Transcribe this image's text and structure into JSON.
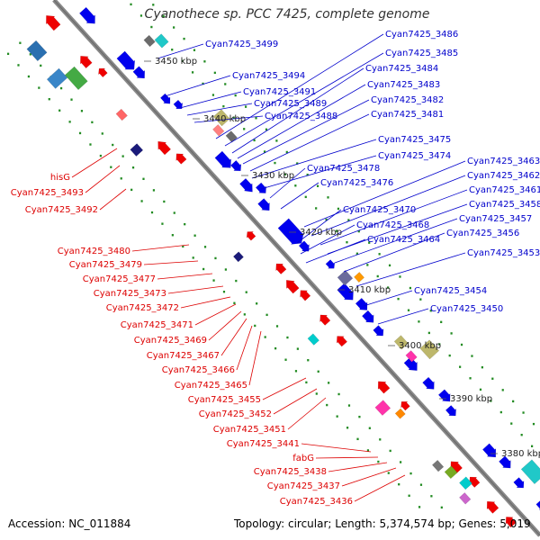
{
  "title": "Cyanothece sp. PCC 7425, complete genome",
  "footer": {
    "accession": "Accession: NC_011884",
    "topology": "Topology: circular; Length: 5,374,574 bp; Genes: 5,019"
  },
  "colors": {
    "backbone": "#808080",
    "forward_strand": "#0000ee",
    "reverse_strand": "#ee0000",
    "forward_label": "#0000cc",
    "reverse_label": "#dd0000",
    "gc_dots": "#228b22"
  },
  "kbp_marks": [
    "3450 kbp",
    "3440 kbp",
    "3430 kbp",
    "3420 kbp",
    "3410 kbp",
    "3400 kbp",
    "3390 kbp",
    "3380 kbp"
  ],
  "forward_labels": [
    "Cyan7425_3499",
    "Cyan7425_3494",
    "Cyan7425_3491",
    "Cyan7425_3489",
    "Cyan7425_3488",
    "Cyan7425_3486",
    "Cyan7425_3485",
    "Cyan7425_3484",
    "Cyan7425_3483",
    "Cyan7425_3482",
    "Cyan7425_3481",
    "Cyan7425_3475",
    "Cyan7425_3474",
    "Cyan7425_3478",
    "Cyan7425_3476",
    "Cyan7425_3463",
    "Cyan7425_3462",
    "Cyan7425_3461",
    "Cyan7425_3458",
    "Cyan7425_3457",
    "Cyan7425_3456",
    "Cyan7425_3470",
    "Cyan7425_3468",
    "Cyan7425_3464",
    "Cyan7425_3453",
    "Cyan7425_3454",
    "Cyan7425_3450"
  ],
  "reverse_labels": [
    "hisG",
    "Cyan7425_3493",
    "Cyan7425_3492",
    "Cyan7425_3480",
    "Cyan7425_3479",
    "Cyan7425_3477",
    "Cyan7425_3473",
    "Cyan7425_3472",
    "Cyan7425_3471",
    "Cyan7425_3469",
    "Cyan7425_3467",
    "Cyan7425_3466",
    "Cyan7425_3465",
    "Cyan7425_3455",
    "Cyan7425_3452",
    "Cyan7425_3451",
    "Cyan7425_3441",
    "fabG",
    "Cyan7425_3438",
    "Cyan7425_3437",
    "Cyan7425_3436"
  ]
}
